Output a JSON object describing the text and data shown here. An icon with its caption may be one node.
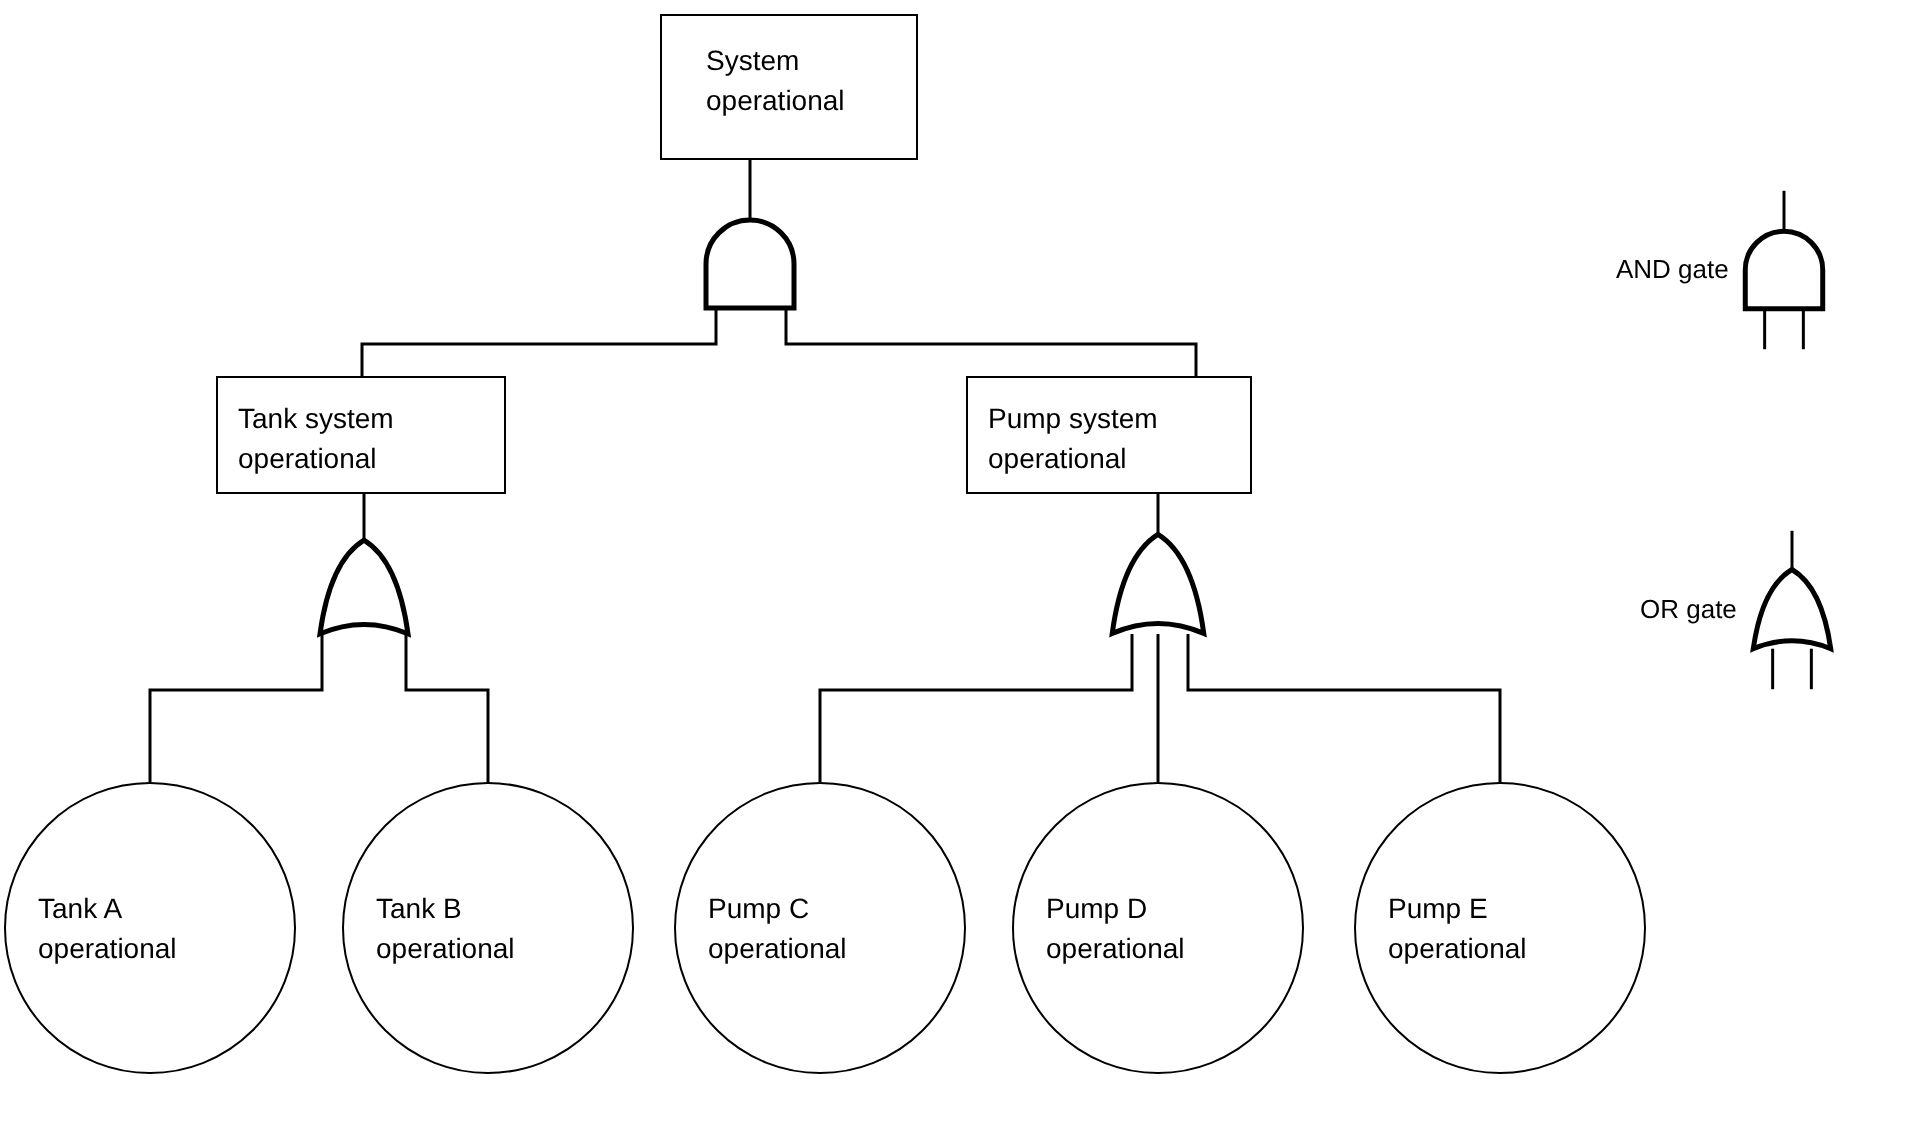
{
  "diagram": {
    "nodes": [
      {
        "text": [
          "System operational"
        ]
      },
      {
        "text": [],
        "shape": "and-gate"
      },
      {
        "text": [
          "Tank system operational"
        ]
      },
      {
        "text": [
          "Pump system operational"
        ]
      },
      {
        "text": [],
        "shape": "or-gate"
      },
      {
        "text": [],
        "shape": "or-gate"
      },
      {
        "text": [
          "Tank A operational"
        ]
      },
      {
        "text": [
          "Tank B operational"
        ]
      },
      {
        "text": [
          "Pump C operational"
        ]
      },
      {
        "text": [
          "Pump D operational"
        ]
      },
      {
        "text": [
          "Pump E operational"
        ]
      }
    ],
    "edges": [
      {
        "from": 0,
        "to": 1,
        "arrow": "none"
      },
      {
        "from": 1,
        "to": 2,
        "arrow": "none"
      },
      {
        "from": 1,
        "to": 3,
        "arrow": "none"
      },
      {
        "from": 2,
        "to": 4,
        "arrow": "none"
      },
      {
        "from": 3,
        "to": 5,
        "arrow": "none"
      },
      {
        "from": 4,
        "to": 6,
        "arrow": "none"
      },
      {
        "from": 4,
        "to": 7,
        "arrow": "none"
      },
      {
        "from": 5,
        "to": 8,
        "arrow": "none"
      },
      {
        "from": 5,
        "to": 9,
        "arrow": "none"
      },
      {
        "from": 5,
        "to": 10,
        "arrow": "none"
      }
    ],
    "legend": [
      {
        "text": "AND gate"
      },
      {
        "text": "OR gate"
      }
    ]
  }
}
